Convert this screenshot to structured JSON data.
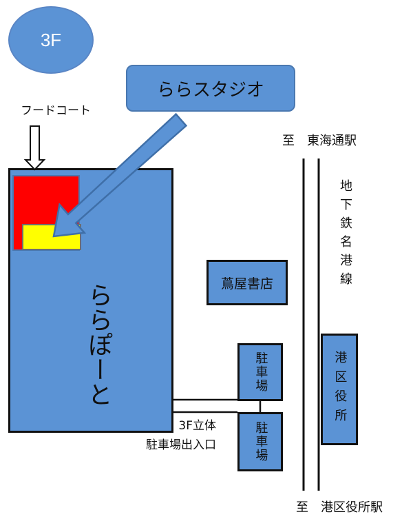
{
  "floor": {
    "label": "3F"
  },
  "studio": {
    "label": "ららスタジオ"
  },
  "food_court": {
    "label": "フードコート"
  },
  "mall": {
    "label": "ららぽーと"
  },
  "tsutaya": {
    "label": "蔦屋書店"
  },
  "parking_upper": {
    "label": "駐車場"
  },
  "parking_lower": {
    "label": "駐車場"
  },
  "parking_entrance": {
    "line1": "3F立体",
    "line2": "駐車場出入口"
  },
  "ward_office": {
    "label": "港区役所"
  },
  "subway": {
    "label": "地下鉄名港線"
  },
  "direction_north": {
    "label": "至　東海通駅"
  },
  "direction_south": {
    "label": "至　港区役所駅"
  },
  "colors": {
    "building": "#5b93d5",
    "food_court": "#ff0000",
    "studio": "#ffff00",
    "outline": "#111111"
  },
  "icons": {
    "down_arrow": "down-arrow-icon",
    "pointer_arrow": "pointer-arrow-icon"
  }
}
